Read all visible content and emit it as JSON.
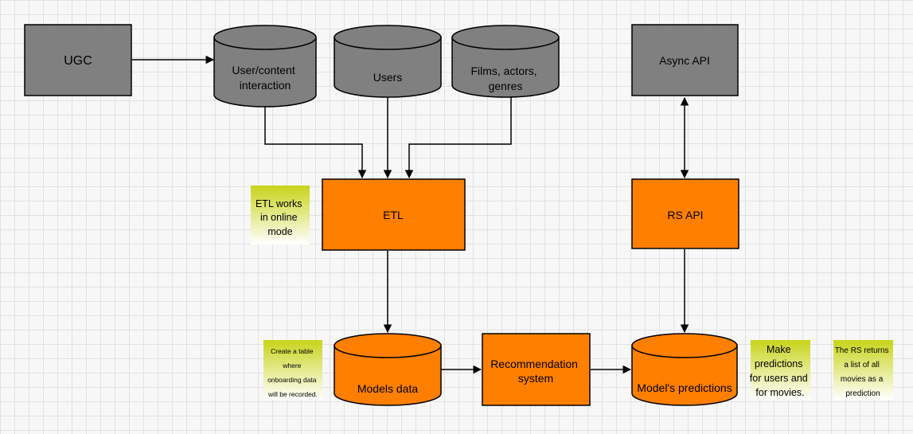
{
  "colors": {
    "gray_fill": "#808080",
    "orange_fill": "#ff7f00",
    "stroke": "#000000",
    "note_top": "#c8d41a",
    "note_bottom": "#ffffff",
    "canvas_background": "#f7f7f7",
    "grid_line": "#e2e2e2"
  },
  "nodes": {
    "ugc": {
      "label": [
        "UGC"
      ]
    },
    "user_content_interaction": {
      "label": [
        "User/content",
        "interaction"
      ]
    },
    "users": {
      "label": [
        "Users"
      ]
    },
    "films_actors_genres": {
      "label": [
        "Films, actors,",
        "genres"
      ]
    },
    "async_api": {
      "label": [
        "Async API"
      ]
    },
    "etl": {
      "label": [
        "ETL"
      ]
    },
    "rs_api": {
      "label": [
        "RS API"
      ]
    },
    "models_data": {
      "label": [
        "Models data"
      ]
    },
    "recommendation_system": {
      "label": [
        "Recommendation",
        "system"
      ]
    },
    "models_predictions": {
      "label": [
        "Model's predictions"
      ]
    }
  },
  "notes": {
    "etl_online": {
      "label": [
        "ETL works",
        "in online",
        "mode"
      ]
    },
    "create_table": {
      "label": [
        "Create a table",
        "where",
        "onboarding data",
        "will be recorded."
      ]
    },
    "make_predictions": {
      "label": [
        "Make",
        "predictions",
        "for users and",
        "for movies."
      ]
    },
    "rs_returns": {
      "label": [
        "The RS returns",
        "a list of all",
        "movies as a",
        "prediction"
      ]
    }
  }
}
